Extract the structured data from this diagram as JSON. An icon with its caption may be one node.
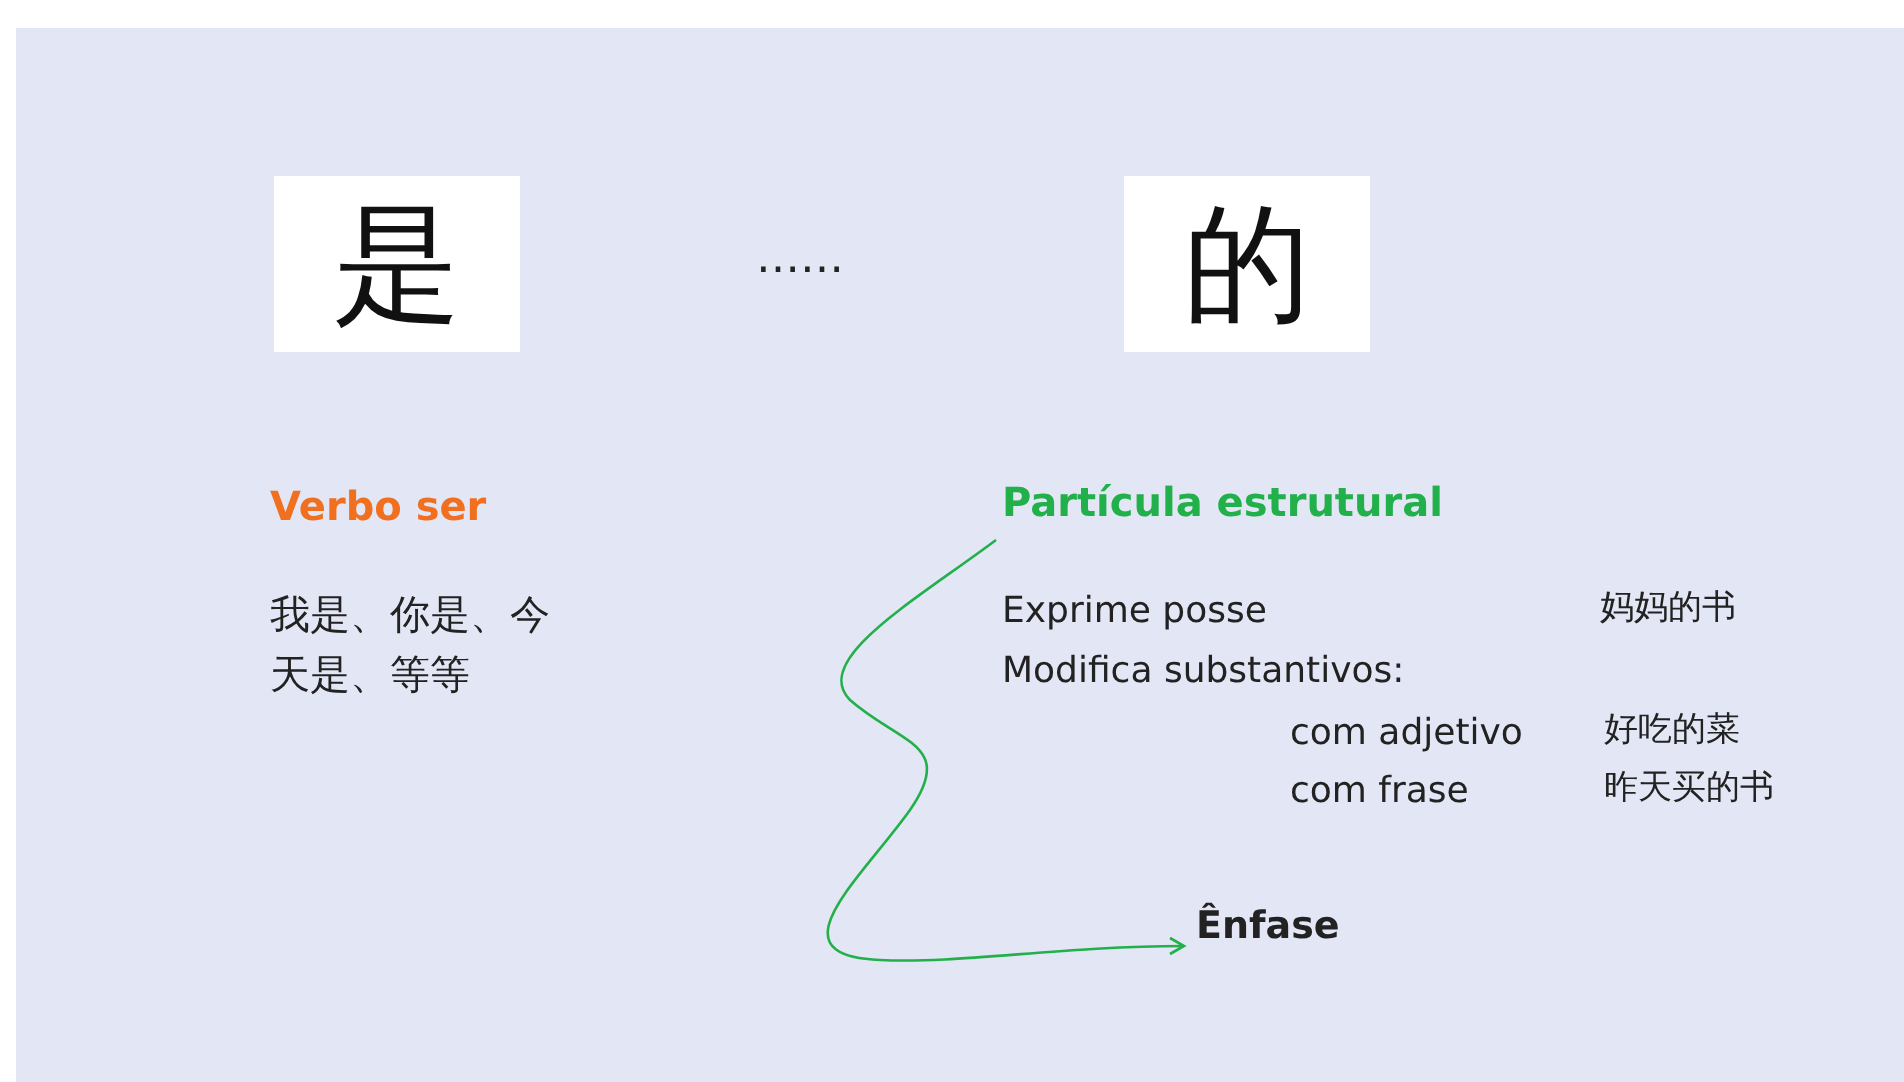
{
  "diagram": {
    "nodes": [
      {
        "text": [
          "是"
        ]
      },
      {
        "text": [
          "的"
        ]
      },
      {
        "text": [
          "Partícula estrutural"
        ]
      },
      {
        "text": [
          "Ênfase"
        ]
      }
    ],
    "edges": [
      {
        "from": 2,
        "to": 3,
        "arrow": "to",
        "color": "#22b04b"
      }
    ],
    "labels": [
      "……",
      "Verbo ser",
      "我是、你是、今天是、等等",
      "Exprime posse",
      "妈妈的书",
      "Modifica substantivos:",
      "com adjetivo",
      "好吃的菜",
      "com frase",
      "昨天买的书"
    ]
  }
}
